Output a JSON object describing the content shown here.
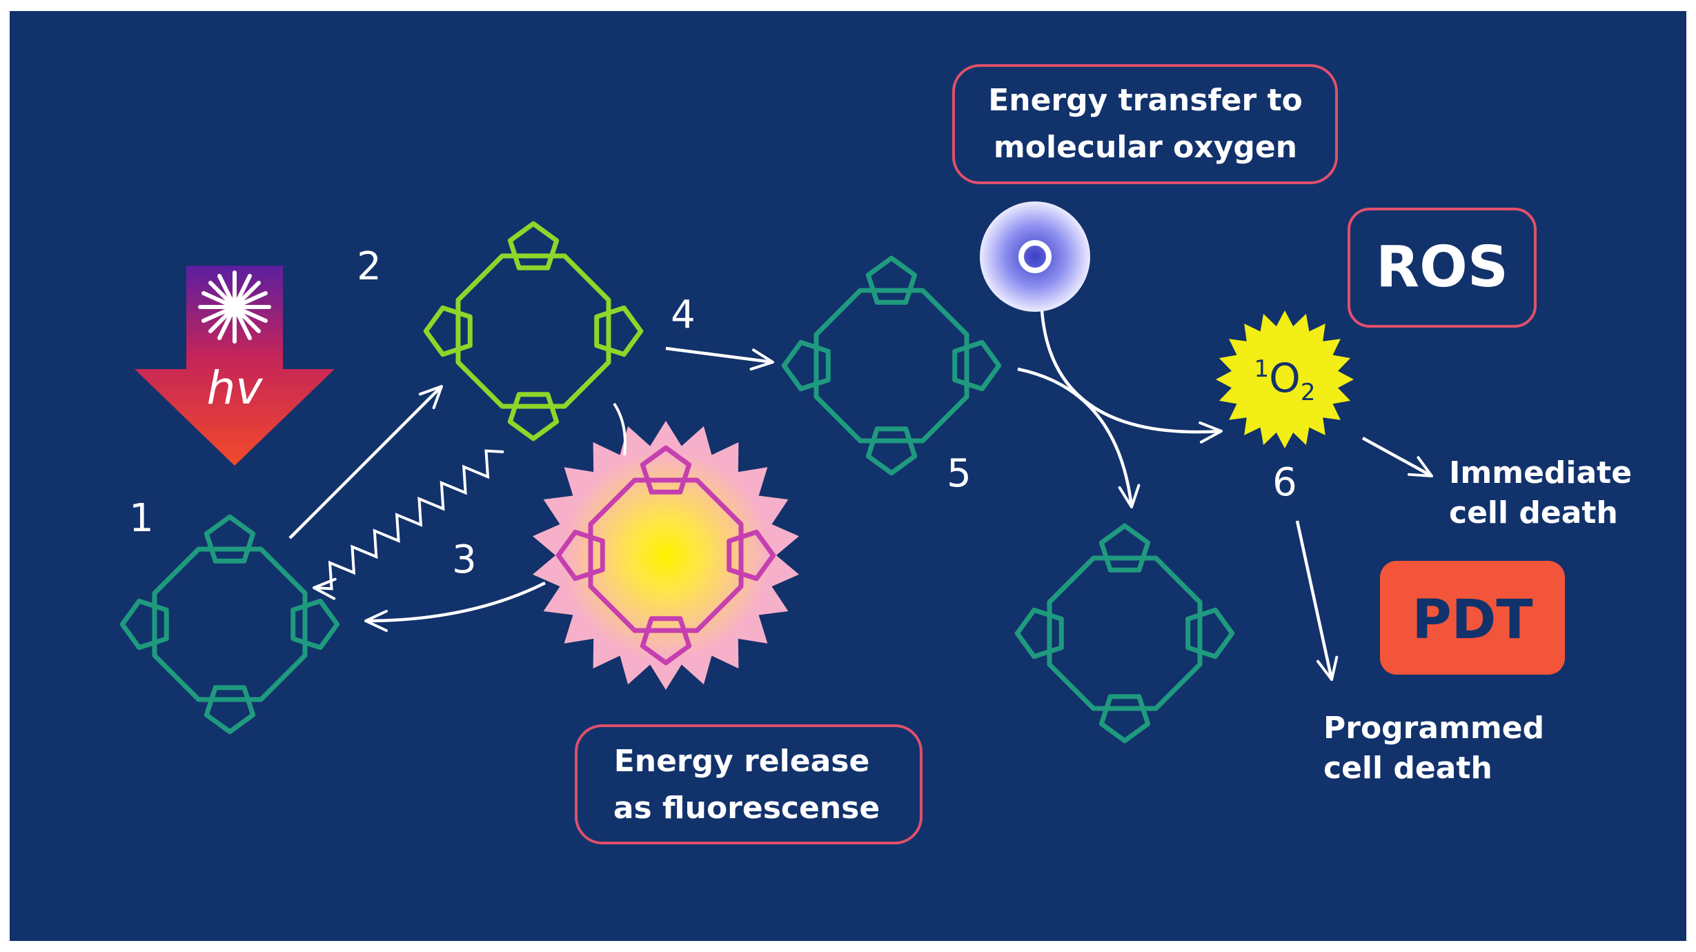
{
  "diagram": {
    "light_symbol": "hv",
    "steps": [
      "1",
      "2",
      "3",
      "4",
      "5",
      "6"
    ],
    "boxes": {
      "energy_transfer": [
        "Energy transfer to",
        "molecular oxygen"
      ],
      "energy_release": [
        "Energy release",
        "as fluorescense"
      ],
      "ros": "ROS",
      "pdt": "PDT"
    },
    "singlet_oxygen": {
      "superscript": "1",
      "base": "O",
      "subscript": "2"
    },
    "oxygen_atom": "O",
    "outcomes": {
      "immediate": [
        "Immediate",
        "cell death"
      ],
      "programmed": [
        "Programmed",
        "cell death"
      ]
    },
    "colors": {
      "background": "#12326b",
      "ground_state_molecule": "#1f9a7e",
      "excited_molecule": "#8ed62a",
      "fluorescent_molecule": "#c53fb0",
      "fluorescence_burst": "#f7b0c9",
      "singlet_oxygen_burst": "#f3ee16",
      "box_border": "#e0506b",
      "pdt_fill": "#f25539",
      "arrow_light_top": "#5b1fa0",
      "arrow_light_bottom": "#f24a2a"
    },
    "icons": [
      "laser-burst-icon",
      "light-arrow-icon",
      "oxygen-atom-icon",
      "singlet-oxygen-burst-icon",
      "fluorescence-burst-icon"
    ]
  }
}
